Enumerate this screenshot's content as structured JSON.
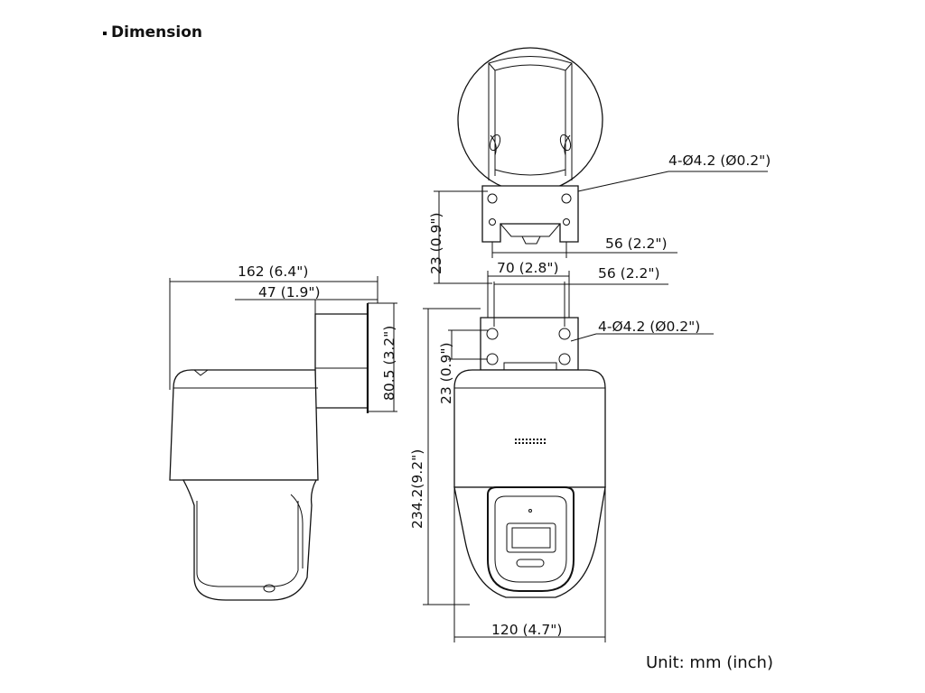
{
  "header": {
    "title": "Dimension"
  },
  "footer": {
    "unit": "Unit: mm (inch)"
  },
  "dimensions": {
    "top_holes": "4-Ø4.2 (Ø0.2\")",
    "top_width": "56 (2.2\")",
    "top_height": "23 (0.9\")",
    "side_total_width": "162 (6.4\")",
    "side_offset": "47 (1.9\")",
    "side_bracket_height": "80.5 (3.2\")",
    "front_bracket_width": "70 (2.8\")",
    "front_hole_spacing": "56 (2.2\")",
    "front_holes": "4-Ø4.2 (Ø0.2\")",
    "front_hole_height": "23 (0.9\")",
    "front_total_height": "234.2(9.2\")",
    "front_body_width": "120 (4.7\")"
  }
}
